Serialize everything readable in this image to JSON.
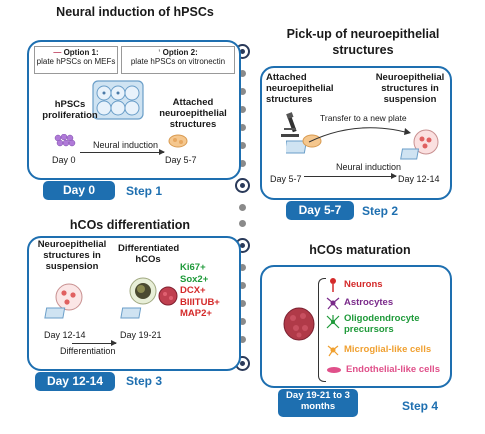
{
  "titles": {
    "p1": "Neural induction of hPSCs",
    "p2": "Pick-up of neuroepithelial structures",
    "p3": "hCOs differentiation",
    "p4": "hCOs maturation"
  },
  "panel1": {
    "option1_title": "Option 1:",
    "option1_text": "plate hPSCs on MEFs",
    "option2_title": "Option 2:",
    "option2_text": "plate hPSCs on vitronectin",
    "prolif": "hPSCs proliferation",
    "attached": "Attached neuroepithelial structures",
    "day_start": "Day 0",
    "day_end": "Day 5-7",
    "process": "Neural induction",
    "tab": "Day 0",
    "step": "Step 1"
  },
  "panel2": {
    "attached": "Attached neuroepithelial structures",
    "suspension": "Neuroepithelial structures in suspension",
    "transfer": "Transfer to a new plate",
    "day_start": "Day 5-7",
    "day_end": "Day 12-14",
    "process": "Neural induction",
    "tab": "Day 5-7",
    "step": "Step 2"
  },
  "panel3": {
    "suspension": "Neuroepithelial structures in suspension",
    "differentiated": "Differentiated hCOs",
    "day_start": "Day 12-14",
    "day_end": "Day 19-21",
    "process": "Differentiation",
    "tab": "Day 12-14",
    "step": "Step 3",
    "markers": [
      {
        "text": "Ki67+",
        "color": "#1f9a3a"
      },
      {
        "text": "Sox2+",
        "color": "#1f9a3a"
      },
      {
        "text": "DCX+",
        "color": "#d42a2a"
      },
      {
        "text": "BIIITUB+",
        "color": "#d42a2a"
      },
      {
        "text": "MAP2+",
        "color": "#d42a2a"
      }
    ]
  },
  "panel4": {
    "tab": "Day 19-21 to 3 months",
    "step": "Step 4",
    "cells": [
      {
        "text": "Neurons",
        "color": "#d42a2a",
        "icon": "neuron-icon"
      },
      {
        "text": "Astrocytes",
        "color": "#7a2a8a",
        "icon": "astrocyte-icon"
      },
      {
        "text": "Oligodendrocyte precursors",
        "color": "#1f9a3a",
        "icon": "oligodendrocyte-icon"
      },
      {
        "text": "Microglial-like cells",
        "color": "#f0a030",
        "icon": "microglia-icon"
      },
      {
        "text": "Endothelial-like cells",
        "color": "#e0508a",
        "icon": "endothelial-icon"
      }
    ]
  }
}
